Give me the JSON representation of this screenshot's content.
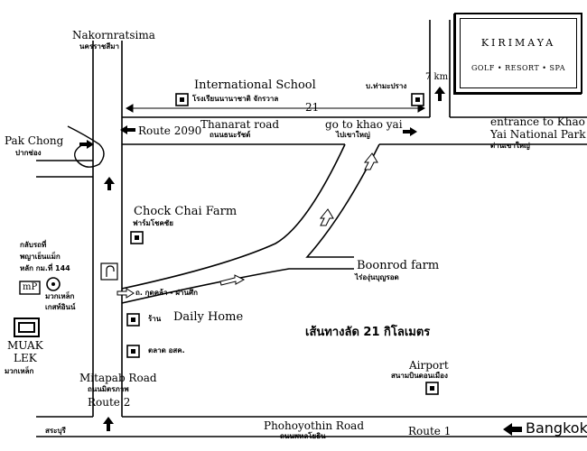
{
  "logo": {
    "name": "KIRIMAYA",
    "tagline": "GOLF • RESORT • SPA"
  },
  "labels": {
    "nakhon_en": "Nakornratsima",
    "nakhon_th": "นครราชสีมา",
    "intl_school_en": "International School",
    "intl_school_th": "โรงเรียนนานาชาติ จักรวาล",
    "ban_tham_th": "บ.ท่ามะปราง",
    "dist_7km": "7 km.",
    "dist_21": "21",
    "route_2090": "Route 2090",
    "thanarat_en": "Thanarat road",
    "thanarat_th": "ถนนธนะรัชต์",
    "go_khao_yai_en": "go to khao yai",
    "go_khao_yai_th": "ไปเขาใหญ่",
    "entrance_en_1": "entrance to Khao",
    "entrance_en_2": "Yai National Park",
    "entrance_th": "ด่านเขาใหญ่",
    "pak_chong_en": "Pak Chong",
    "pak_chong_th": "ปากช่อง",
    "chock_chai_en": "Chock Chai Farm",
    "chock_chai_th": "ฟาร์มโชคชัย",
    "uturn_th_1": "กลับรถที่",
    "uturn_th_2": "พญาเย็นแม็ก",
    "uturn_th_3": "หลัก กม.ที่ 144",
    "mp": "mP",
    "muak_market_th_1": "มวกเหล็ก",
    "muak_market_th_2": "เกสท์อินน์",
    "kudkla_th": "ถ. กุดคล้า - ผ่านศึก",
    "boonrod_en": "Boonrod farm",
    "boonrod_th": "ไร่องุ่นบุญรอด",
    "daily_home_th": "ร้าน",
    "daily_home_en": "Daily Home",
    "market_th": "ตลาด อสค.",
    "shortcut_th": "เส้นทางลัด 21 กิโลเมตร",
    "muak_lek_en_1": "MUAK",
    "muak_lek_en_2": "LEK",
    "muak_lek_th": "มวกเหล็ก",
    "mittapab_en": "Mitapab Road",
    "mittapab_th": "ถนนมิตรภาพ",
    "route_2": "Route 2",
    "airport_en": "Airport",
    "airport_th": "สนามบินดอนเมือง",
    "saraburi_th": "สระบุรี",
    "phahon_en": "Phohoyothin Road",
    "phahon_th": "ถนนพหลโยธิน",
    "route_1": "Route 1",
    "bangkok_en": "Bangkok"
  }
}
